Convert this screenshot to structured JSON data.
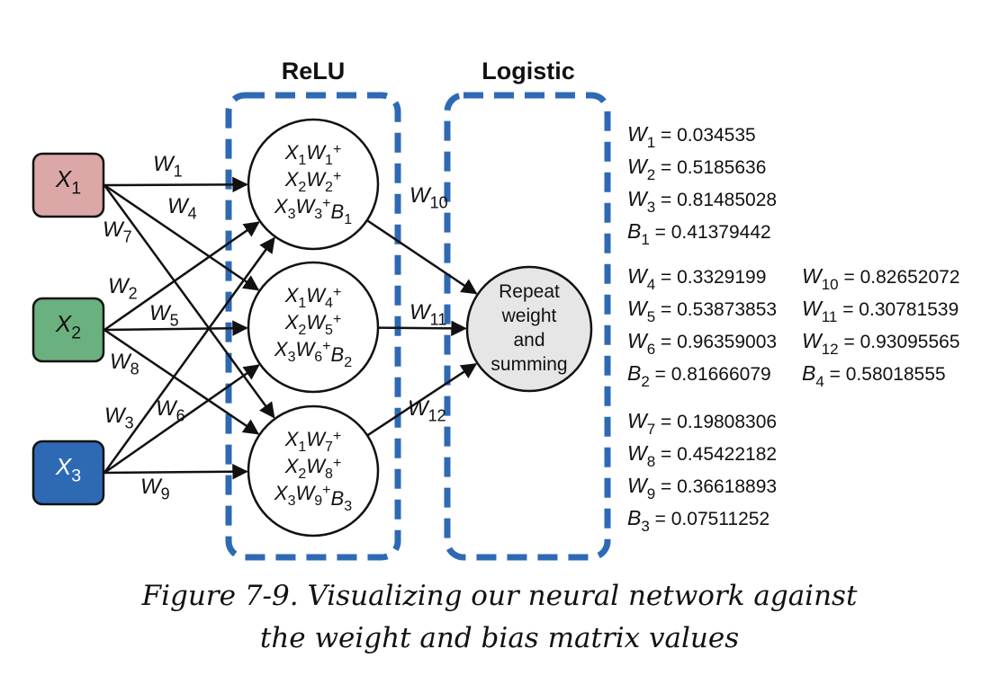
{
  "layers": {
    "relu_title": "ReLU",
    "logistic_title": "Logistic"
  },
  "inputs": [
    {
      "var": "X",
      "sub": "1",
      "color": "#dba7a7"
    },
    {
      "var": "X",
      "sub": "2",
      "color": "#6bb07f"
    },
    {
      "var": "X",
      "sub": "3",
      "color": "#2e6ab4"
    }
  ],
  "relu_nodes": [
    {
      "lines": [
        [
          "X",
          "1",
          "W",
          "1",
          "+"
        ],
        [
          "X",
          "2",
          "W",
          "2",
          "+"
        ],
        [
          "X",
          "3",
          "W",
          "3",
          "+B",
          "1"
        ]
      ]
    },
    {
      "lines": [
        [
          "X",
          "1",
          "W",
          "4",
          "+"
        ],
        [
          "X",
          "2",
          "W",
          "5",
          "+"
        ],
        [
          "X",
          "3",
          "W",
          "6",
          "+B",
          "2"
        ]
      ]
    },
    {
      "lines": [
        [
          "X",
          "1",
          "W",
          "7",
          "+"
        ],
        [
          "X",
          "2",
          "W",
          "8",
          "+"
        ],
        [
          "X",
          "3",
          "W",
          "9",
          "+B",
          "3"
        ]
      ]
    }
  ],
  "output_node": {
    "lines": [
      "Repeat",
      "weight",
      "and",
      "summing"
    ]
  },
  "edge_labels": [
    {
      "var": "W",
      "sub": "1"
    },
    {
      "var": "W",
      "sub": "4"
    },
    {
      "var": "W",
      "sub": "7"
    },
    {
      "var": "W",
      "sub": "2"
    },
    {
      "var": "W",
      "sub": "5"
    },
    {
      "var": "W",
      "sub": "8"
    },
    {
      "var": "W",
      "sub": "3"
    },
    {
      "var": "W",
      "sub": "6"
    },
    {
      "var": "W",
      "sub": "9"
    },
    {
      "var": "W",
      "sub": "10"
    },
    {
      "var": "W",
      "sub": "11"
    },
    {
      "var": "W",
      "sub": "12"
    }
  ],
  "weights": {
    "group1": [
      {
        "var": "W",
        "sub": "1",
        "value": "0.034535"
      },
      {
        "var": "W",
        "sub": "2",
        "value": "0.5185636"
      },
      {
        "var": "W",
        "sub": "3",
        "value": "0.81485028"
      },
      {
        "var": "B",
        "sub": "1",
        "value": "0.41379442"
      }
    ],
    "group2": [
      {
        "var": "W",
        "sub": "4",
        "value": "0.3329199"
      },
      {
        "var": "W",
        "sub": "5",
        "value": "0.53873853"
      },
      {
        "var": "W",
        "sub": "6",
        "value": "0.96359003"
      },
      {
        "var": "B",
        "sub": "2",
        "value": "0.81666079"
      }
    ],
    "group3": [
      {
        "var": "W",
        "sub": "10",
        "value": "0.82652072"
      },
      {
        "var": "W",
        "sub": "11",
        "value": "0.30781539"
      },
      {
        "var": "W",
        "sub": "12",
        "value": "0.93095565"
      },
      {
        "var": "B",
        "sub": "4",
        "value": "0.58018555"
      }
    ],
    "group4": [
      {
        "var": "W",
        "sub": "7",
        "value": "0.19808306"
      },
      {
        "var": "W",
        "sub": "8",
        "value": "0.45422182"
      },
      {
        "var": "W",
        "sub": "9",
        "value": "0.36618893"
      },
      {
        "var": "B",
        "sub": "3",
        "value": "0.07511252"
      }
    ]
  },
  "caption": {
    "line1": "Figure 7-9. Visualizing our neural network against",
    "line2": "the weight and bias matrix values"
  }
}
